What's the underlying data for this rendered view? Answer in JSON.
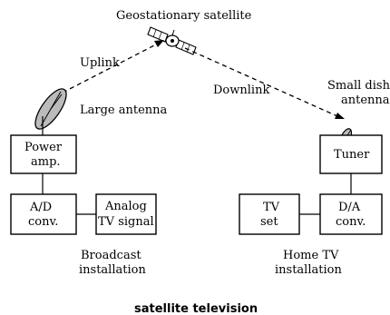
{
  "satellite": {
    "label": "Geostationary satellite"
  },
  "links": {
    "uplink": "Uplink",
    "downlink": "Downlink"
  },
  "broadcast": {
    "antenna_label": "Large antenna",
    "power_amp": [
      "Power",
      "amp."
    ],
    "ad_conv": [
      "A/D",
      "conv."
    ],
    "analog_signal": [
      "Analog",
      "TV signal"
    ],
    "installation": [
      "Broadcast",
      "installation"
    ]
  },
  "home": {
    "antenna_label": [
      "Small dish",
      "antenna"
    ],
    "tuner": "Tuner",
    "tv_set": [
      "TV",
      "set"
    ],
    "da_conv": [
      "D/A",
      "conv."
    ],
    "installation": [
      "Home TV",
      "installation"
    ]
  },
  "caption": "satellite television",
  "colors": {
    "ink": "#000000",
    "dish_fill": "#bbbbbb",
    "background": "#ffffff"
  }
}
